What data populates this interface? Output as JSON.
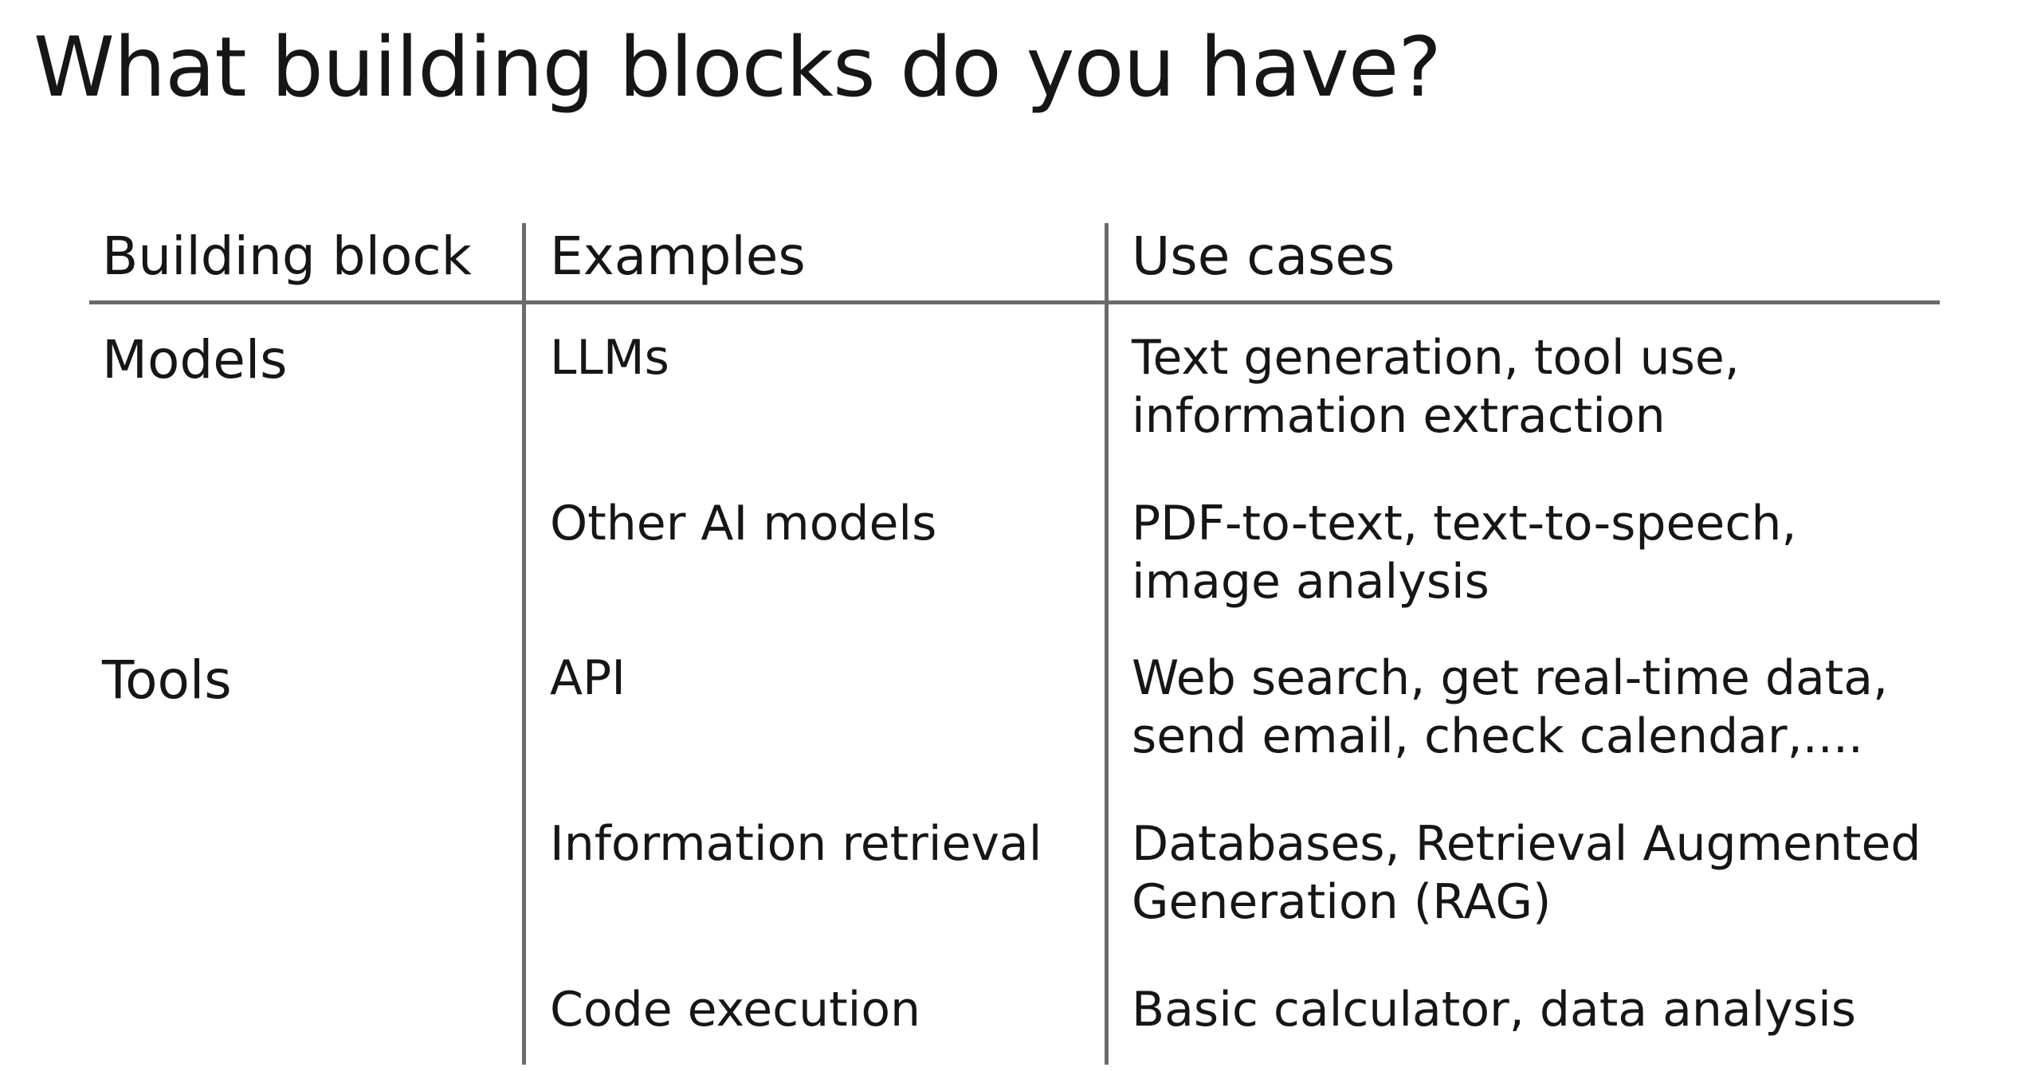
{
  "title": "What building blocks do you have?",
  "table": {
    "headers": [
      "Building block",
      "Examples",
      "Use cases"
    ],
    "groups": [
      {
        "block": "Models",
        "rows": [
          {
            "example": "LLMs",
            "use_cases": [
              "Text generation, tool use,",
              "information extraction"
            ]
          },
          {
            "example": "Other AI models",
            "use_cases": [
              "PDF-to-text, text-to-speech,",
              "image analysis"
            ]
          }
        ]
      },
      {
        "block": "Tools",
        "rows": [
          {
            "example": "API",
            "use_cases": [
              "Web search, get real-time data,",
              "send email, check calendar,...."
            ]
          },
          {
            "example": "Information retrieval",
            "use_cases": [
              "Databases, Retrieval Augmented",
              "Generation (RAG)"
            ]
          },
          {
            "example": "Code execution",
            "use_cases": [
              "Basic calculator, data analysis"
            ]
          }
        ]
      }
    ]
  }
}
